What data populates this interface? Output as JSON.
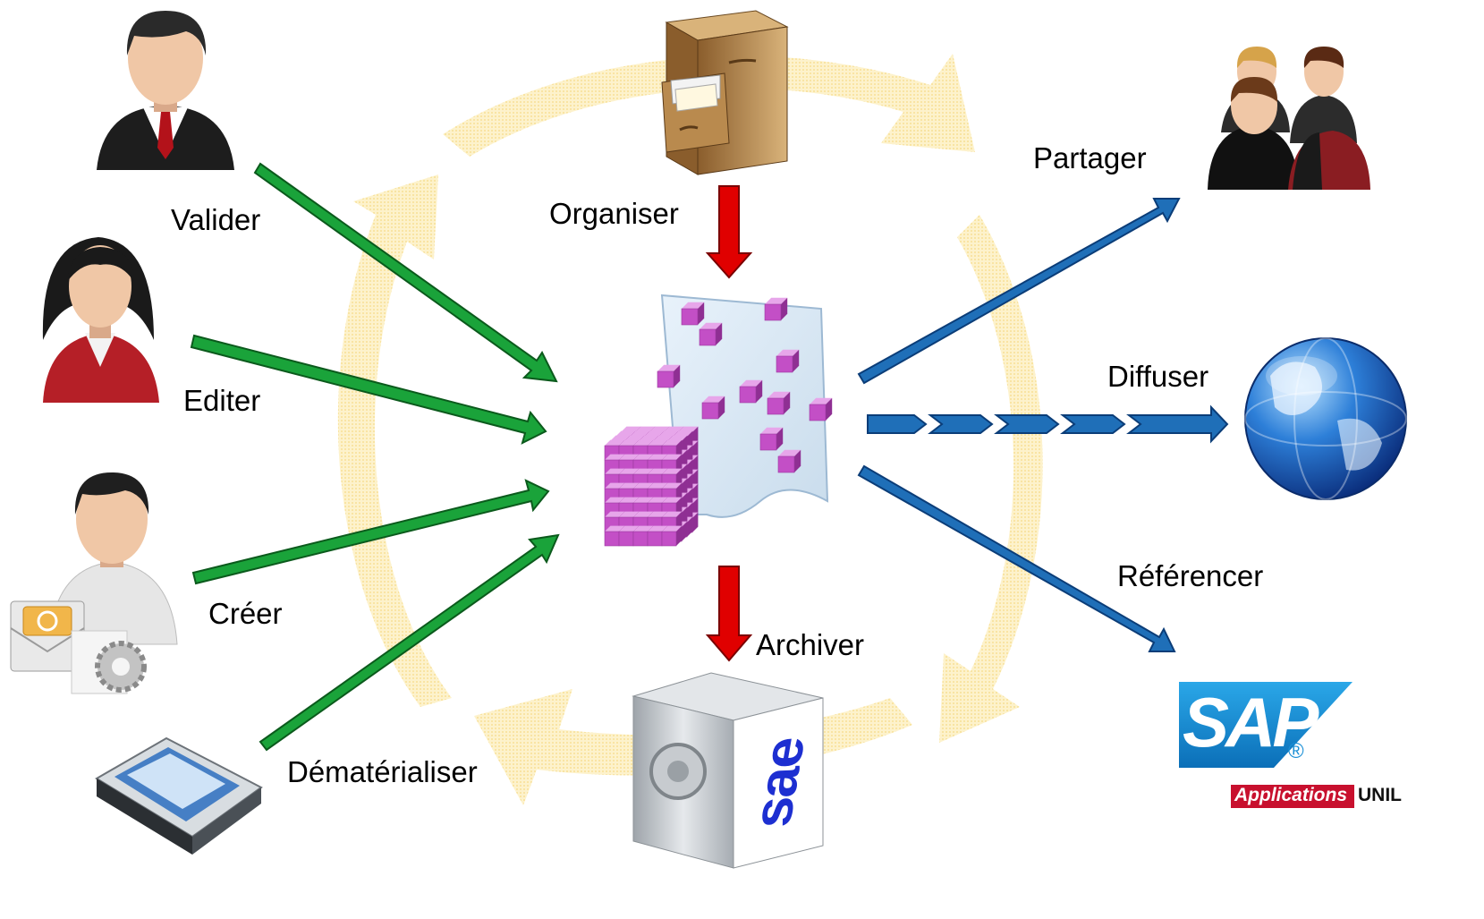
{
  "labels": {
    "valider": "Valider",
    "editer": "Editer",
    "creer": "Créer",
    "dematerialiser": "Dématérialiser",
    "organiser": "Organiser",
    "archiver": "Archiver",
    "partager": "Partager",
    "diffuser": "Diffuser",
    "referencer": "Référencer"
  },
  "safe_label": "sae",
  "sap": {
    "logo": "SAP",
    "registered": "®",
    "applications": "Applications",
    "unil": "UNIL"
  },
  "colors": {
    "input_arrow": "#1aa33a",
    "output_arrow": "#1f6fb8",
    "center_arrow": "#e00000",
    "cycle": "#fbe9a6",
    "cube": "#c34fc6",
    "sap_blue": "#1a8fd6",
    "sap_red": "#c8102e"
  },
  "icons": [
    "businessman-icon",
    "businesswoman-icon",
    "user-email-icon",
    "scanner-icon",
    "filing-cabinet-icon",
    "data-document-icon",
    "safe-icon",
    "group-icon",
    "globe-icon",
    "sap-logo-icon"
  ]
}
